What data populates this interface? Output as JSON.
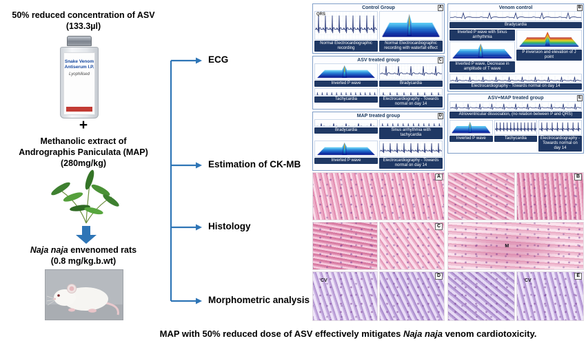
{
  "colors": {
    "accent_blue": "#2E75B6",
    "banner_navy": "#1F3864",
    "waterfall_blue": "#0a1890",
    "histology_pink": "#f3c2d5",
    "histology_violet": "#ddceee"
  },
  "left_flow": {
    "asv": {
      "line1": "50% reduced concentration of ASV",
      "line2": "(133.3µl)"
    },
    "vial": {
      "line1": "Snake Venom",
      "line2": "Antiserum I.P.",
      "line3": "Lyophilised"
    },
    "plus": "+",
    "map": {
      "line1": "Methanolic extract of",
      "line2": "Andrographis Paniculata (MAP)",
      "line3": "(280mg/kg)"
    },
    "rats": {
      "italic": "Naja naja",
      "rest": " envenomed rats",
      "line2": "(0.8 mg/kg.b.wt)"
    }
  },
  "branches": [
    {
      "label": "ECG"
    },
    {
      "label": "Estimation of CK-MB"
    },
    {
      "label": "Histology"
    },
    {
      "label": "Morphometric analysis"
    }
  ],
  "ecg_panels": [
    {
      "title": "Control Group",
      "letter": "A",
      "col": "left",
      "tiles": [
        {
          "type": "ecg",
          "w": 50,
          "mh": 42,
          "beats": 9,
          "ann": "QRS",
          "label": "Normal Electrocardiographic recording"
        },
        {
          "type": "waterfall",
          "w": 50,
          "mh": 42,
          "label": "Normal Electrocardiographic recording with waterfall effect"
        }
      ]
    },
    {
      "title": "ASV treated group",
      "letter": "C",
      "col": "left",
      "tiles": [
        {
          "type": "waterfall",
          "w": 50,
          "mh": 24,
          "label": "Inverted P wave"
        },
        {
          "type": "ecg",
          "w": 50,
          "mh": 24,
          "beats": 5,
          "label": "Bradycardia"
        },
        {
          "type": "ecg",
          "w": 50,
          "mh": 11,
          "beats": 13,
          "label": "Tachycardia"
        },
        {
          "type": "ecg",
          "w": 50,
          "mh": 11,
          "beats": 9,
          "label": "Electrocardiography - Towards normal on day 14"
        }
      ]
    },
    {
      "title": "MAP treated group",
      "letter": "D",
      "col": "left",
      "tiles": [
        {
          "type": "ecg",
          "w": 50,
          "mh": 11,
          "beats": 5,
          "label": "Bradycardia"
        },
        {
          "type": "ecg",
          "w": 50,
          "mh": 11,
          "beats": 12,
          "label": "Sinus arrhythmia with tachycardia"
        },
        {
          "type": "waterfall",
          "w": 50,
          "mh": 24,
          "label": "Inverted P wave"
        },
        {
          "type": "ecg",
          "w": 50,
          "mh": 24,
          "beats": 9,
          "label": "Electrocardiography - Towards normal on day 14"
        }
      ]
    },
    {
      "title": "Venom control",
      "letter": "B",
      "col": "right",
      "tiles": [
        {
          "type": "ecg",
          "w": 100,
          "mh": 15,
          "beats": 5,
          "label": "Bradycardia"
        },
        {
          "type": "waterfall",
          "w": 50,
          "mh": 28,
          "label_top": "Inverted P wave with Sinus arrhythmia",
          "label": "Inverted P wave, Decrease in amplitude of T wave"
        },
        {
          "type": "waterfall-rainbow",
          "w": 50,
          "mh": 28,
          "label": "P inversion and elevation of J point"
        },
        {
          "type": "ecg",
          "w": 100,
          "mh": 13,
          "beats": 10,
          "label": "Electrocardiography - Towards normal on day 14"
        }
      ]
    },
    {
      "title": "ASV+MAP treated group",
      "letter": "E",
      "col": "right",
      "tiles": [
        {
          "type": "ecg",
          "w": 100,
          "mh": 14,
          "beats": 11,
          "label": "Atrioventricular dissociation, (no relation between P and QRS)"
        },
        {
          "type": "waterfall",
          "w": 33,
          "mh": 22,
          "label": "Inverted P wave"
        },
        {
          "type": "ecg",
          "w": 33,
          "mh": 22,
          "beats": 12,
          "label": "Tachycardia"
        },
        {
          "type": "ecg",
          "w": 33,
          "mh": 22,
          "beats": 8,
          "label": "Electrocardiography - Towards normal on day 14"
        }
      ]
    }
  ],
  "histology_rows": [
    {
      "col": "left",
      "letter": "A",
      "tiles": [
        {
          "variant": "hp1",
          "w": 100
        }
      ]
    },
    {
      "col": "left",
      "letter": "C",
      "tiles": [
        {
          "variant": "hp2",
          "w": 50
        },
        {
          "variant": "hp3",
          "w": 50
        }
      ]
    },
    {
      "col": "left",
      "letter": "D",
      "tiles": [
        {
          "variant": "hv1",
          "w": 50,
          "ann": "CV"
        },
        {
          "variant": "hv2",
          "w": 50
        }
      ]
    },
    {
      "col": "right",
      "letter": "B",
      "tiles": [
        {
          "variant": "hp4",
          "w": 50
        },
        {
          "variant": "hp5",
          "w": 50
        }
      ]
    },
    {
      "col": "right",
      "letter": "",
      "tiles": [
        {
          "variant": "hp6",
          "w": 100,
          "ann": "M"
        }
      ]
    },
    {
      "col": "right",
      "letter": "E",
      "tiles": [
        {
          "variant": "hv3",
          "w": 50
        },
        {
          "variant": "hv4",
          "w": 50,
          "ann": "CV"
        }
      ]
    }
  ],
  "caption": {
    "pre": "MAP with 50% reduced dose of ASV effectively mitigates ",
    "italic": "Naja naja",
    "post": " venom cardiotoxicity."
  }
}
